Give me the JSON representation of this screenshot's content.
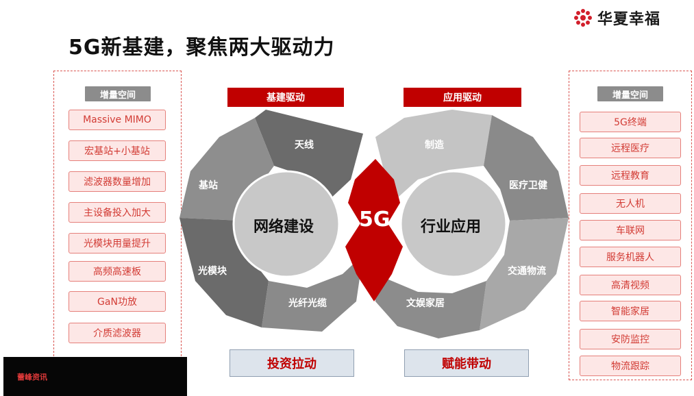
{
  "brand": {
    "name": "华夏幸福",
    "color": "#c00000"
  },
  "title": "5G新基建，聚焦两大驱动力",
  "left_panel": {
    "header": "增量空间",
    "items": [
      "Massive MIMO",
      "宏基站+小基站",
      "滤波器数量增加",
      "主设备投入加大",
      "光模块用量提升",
      "高频高速板",
      "GaN功放",
      "介质滤波器"
    ]
  },
  "right_panel": {
    "header": "增量空间",
    "items": [
      "5G终端",
      "远程医疗",
      "远程教育",
      "无人机",
      "车联网",
      "服务机器人",
      "高清视频",
      "智能家居",
      "安防监控",
      "物流跟踪"
    ]
  },
  "left_cycle": {
    "drive_label": "基建驱动",
    "center": "网络建设",
    "segments": [
      "天线",
      "基站",
      "光模块",
      "光纤光缆"
    ],
    "bottom_label": "投资拉动"
  },
  "right_cycle": {
    "drive_label": "应用驱动",
    "center": "行业应用",
    "segments": [
      "制造",
      "医疗卫健",
      "交通物流",
      "文娱家居"
    ],
    "bottom_label": "赋能带动"
  },
  "core_label": "5G",
  "watermark": {
    "title": "蕾峰资讯"
  }
}
